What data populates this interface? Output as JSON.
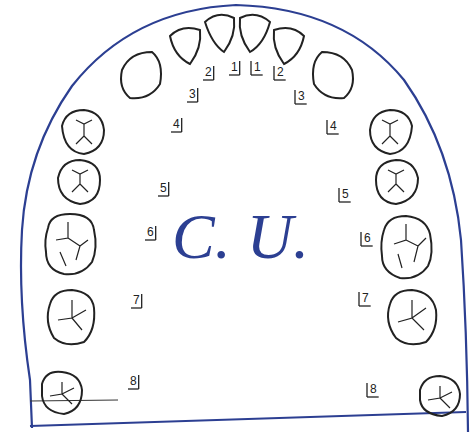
{
  "diagram": {
    "labels": [
      "2",
      "1",
      "1",
      "2",
      "3",
      "3",
      "4",
      "4",
      "5",
      "5",
      "6",
      "C. U.",
      "6",
      "7",
      "7",
      "8",
      "8"
    ]
  }
}
